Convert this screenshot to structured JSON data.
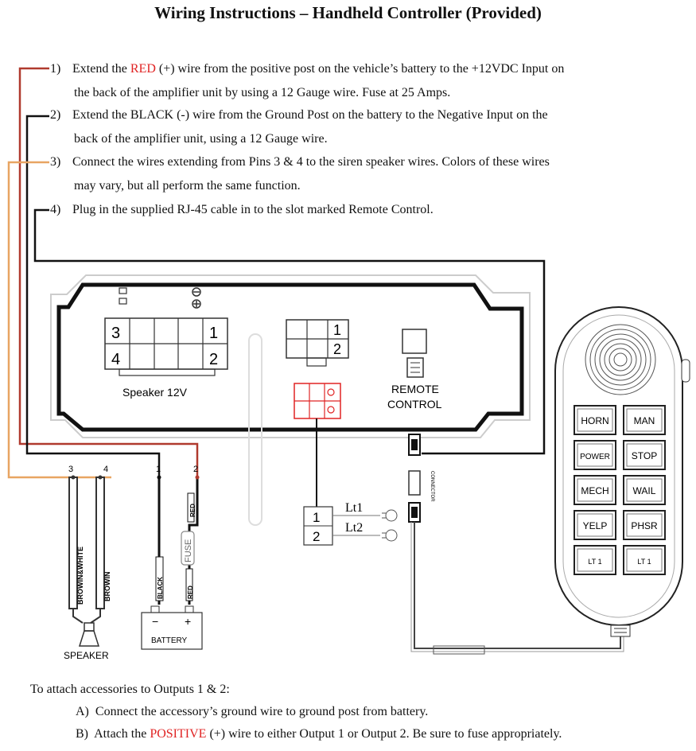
{
  "title": "Wiring Instructions – Handheld Controller (Provided)",
  "steps": [
    {
      "num": "1)",
      "line1_pre": "Extend the ",
      "line1_highlight": "RED",
      "line1_post": " (+) wire from the positive post on the vehicle’s battery to the +12VDC Input on",
      "line2": "the back of the amplifier unit by using a 12 Gauge wire. Fuse at 25 Amps."
    },
    {
      "num": "2)",
      "line1": "Extend the BLACK (-) wire from the Ground Post on the battery to the Negative Input on the",
      "line2": "back of the amplifier unit, using a 12 Gauge wire."
    },
    {
      "num": "3)",
      "line1": "Connect the wires extending from Pins 3 & 4 to the siren speaker wires. Colors of these wires",
      "line2": "may vary, but all perform the same function."
    },
    {
      "num": "4)",
      "line1": "Plug in the supplied RJ-45 cable in to the slot marked Remote Control."
    }
  ],
  "diagram": {
    "speaker_connector": {
      "pins": [
        "3",
        "1",
        "4",
        "2"
      ],
      "label": "Speaker 12V"
    },
    "output_connector": {
      "pins": [
        "1",
        "2"
      ]
    },
    "remote_label_1": "REMOTE",
    "remote_label_2": "CONTROL",
    "connector_label": "CONNECTOR",
    "wire_numbers": [
      "3",
      "4",
      "1",
      "2"
    ],
    "wire_labels": {
      "brown_white": "BROWIN&WHITE",
      "brown": "BROWIN",
      "red_top": "RED",
      "fuse": "FUSE",
      "black": "BLACK",
      "red_bottom": "RED"
    },
    "battery": {
      "minus": "−",
      "plus": "+",
      "label": "BATTERY"
    },
    "speaker_label": "SPEAKER",
    "outputs": [
      {
        "pin": "1",
        "label": "Lt1"
      },
      {
        "pin": "2",
        "label": "Lt2"
      }
    ],
    "controller_buttons": [
      "HORN",
      "MAN",
      "POWER",
      "STOP",
      "MECH",
      "WAIL",
      "YELP",
      "PHSR",
      "LT 1",
      "LT 1"
    ],
    "colors": {
      "red_wire": "#b03a2e",
      "orange_wire": "#e8a562",
      "highlight_red": "#e02424"
    }
  },
  "footer": {
    "intro": "To attach accessories to Outputs 1 & 2:",
    "a_label": "A)",
    "a_text": "Connect the accessory’s ground wire to ground post from battery.",
    "b_label": "B)",
    "b_pre": "Attach the ",
    "b_highlight": "POSITIVE",
    "b_post": " (+) wire to either Output 1 or Output 2. Be sure to fuse appropriately."
  }
}
